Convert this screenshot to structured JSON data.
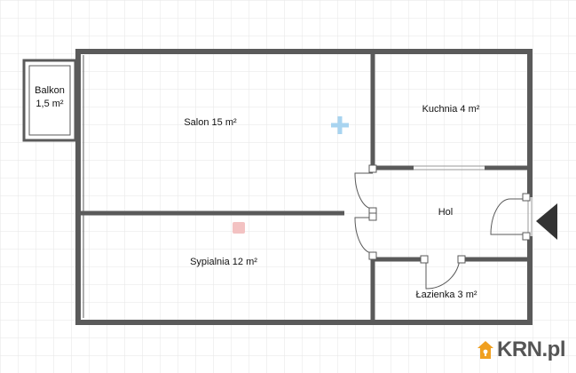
{
  "rooms": {
    "balkon": {
      "name": "Balkon",
      "area": "1,5 m²"
    },
    "salon": "Salon 15 m²",
    "kuchnia": "Kuchnia 4 m²",
    "hol": "Hol",
    "sypialnia": "Sypialnia 12 m²",
    "lazienka": "Łazienka 3 m²"
  },
  "logo": {
    "text": "KRN.pl",
    "accent_color": "#f0a020",
    "text_color": "#555555"
  },
  "colors": {
    "wall": "#5a5a5a",
    "grid": "#e6e6e6",
    "entrance_arrow": "#333333"
  }
}
